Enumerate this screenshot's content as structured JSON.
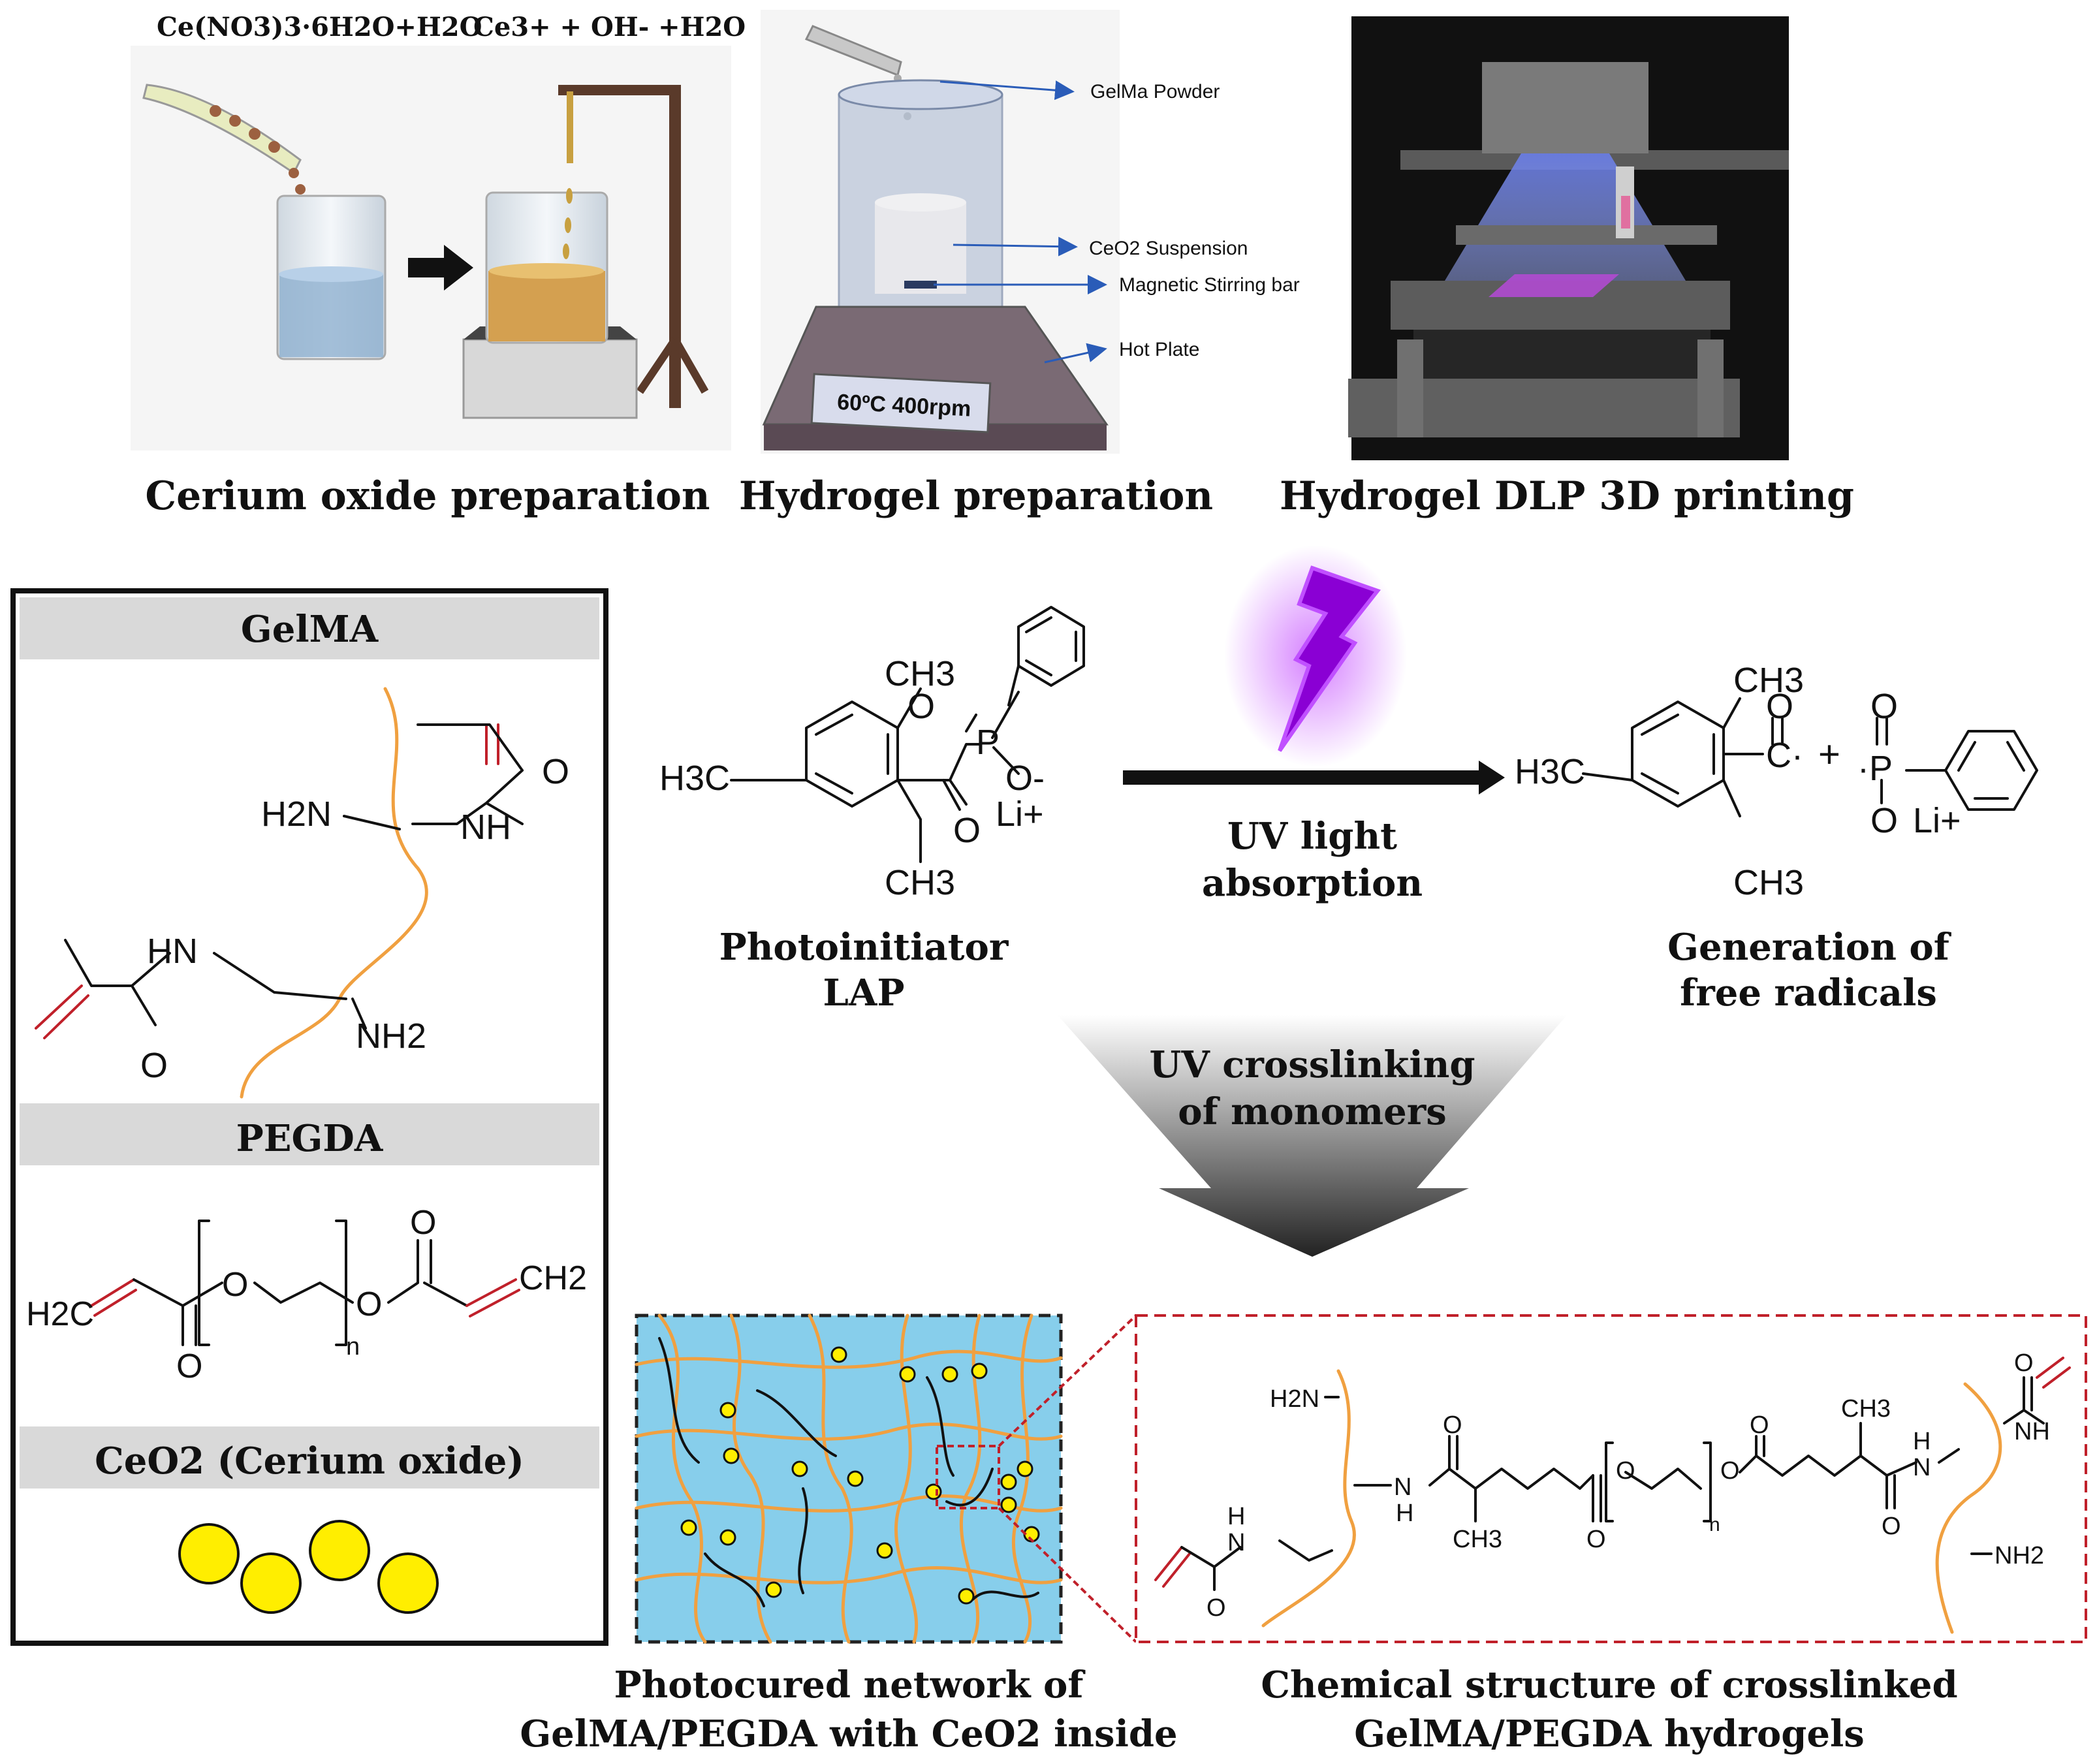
{
  "top_panels": {
    "ceria": {
      "title": "Cerium oxide preparation",
      "formula_left": "Ce(NO3)3·6H2O+H2O",
      "formula_right": "Ce3+ + OH- +H2O"
    },
    "hydrogel": {
      "title": "Hydrogel preparation",
      "label_powder": "GelMa Powder",
      "label_suspension": "CeO2 Suspension",
      "label_stirbar": "Magnetic Stirring bar",
      "label_hotplate": "Hot Plate",
      "plate_text": "60ºC 400rpm"
    },
    "printing": {
      "title": "Hydrogel DLP 3D printing"
    }
  },
  "components_box": {
    "gelma_title": "GelMA",
    "pegda_title": "PEGDA",
    "ceo2_title": "CeO2 (Cerium oxide)",
    "gelma_labels": {
      "nh2_top": "H2N",
      "nh_top": "NH",
      "o_top": "O",
      "hn_bottom": "HN",
      "nh2_bottom": "NH2",
      "o_bottom": "O"
    },
    "pegda_labels": {
      "h2c": "H2C",
      "ch2": "CH2",
      "o1": "O",
      "o2": "O",
      "o3": "O",
      "o4": "O",
      "n": "n"
    }
  },
  "reaction": {
    "photoinitiator_label": "Photoinitiator",
    "photoinitiator_name": "LAP",
    "arrow_label_line1": "UV light",
    "arrow_label_line2": "absorption",
    "radicals_line1": "Generation of",
    "radicals_line2": "free radicals",
    "crosslink_line1": "UV crosslinking",
    "crosslink_line2": "of monomers",
    "lap_atoms": {
      "ch3_top": "CH3",
      "ch3_bottom": "CH3",
      "h3c": "H3C",
      "p": "P",
      "o1": "O",
      "o2": "O-",
      "o3": "O",
      "li": "Li+"
    },
    "radical_atoms": {
      "ch3_top": "CH3",
      "ch3_bottom": "CH3",
      "h3c": "H3C",
      "c": "C·",
      "o": "O",
      "plus": "+",
      "p": "·P",
      "o_top": "O",
      "o_bottom": "O",
      "li": "Li+"
    }
  },
  "bottom": {
    "network_caption_line1": "Photocured network of",
    "network_caption_line2": "GelMA/PEGDA with CeO2 inside",
    "structure_caption_line1": "Chemical structure of crosslinked",
    "structure_caption_line2": "GelMA/PEGDA hydrogels",
    "structure_atoms": {
      "h2n": "H2N",
      "h": "H",
      "n": "N",
      "nh": "NH",
      "ch3": "CH3",
      "o": "O",
      "nh2": "NH2",
      "n_sub": "n"
    }
  },
  "colors": {
    "network_bg": "#87ceeb",
    "gel_fiber": "#e0b020",
    "particle": "#ffee00",
    "uv_bolt": "#8a00d4",
    "highlight_box": "#c0202a"
  }
}
